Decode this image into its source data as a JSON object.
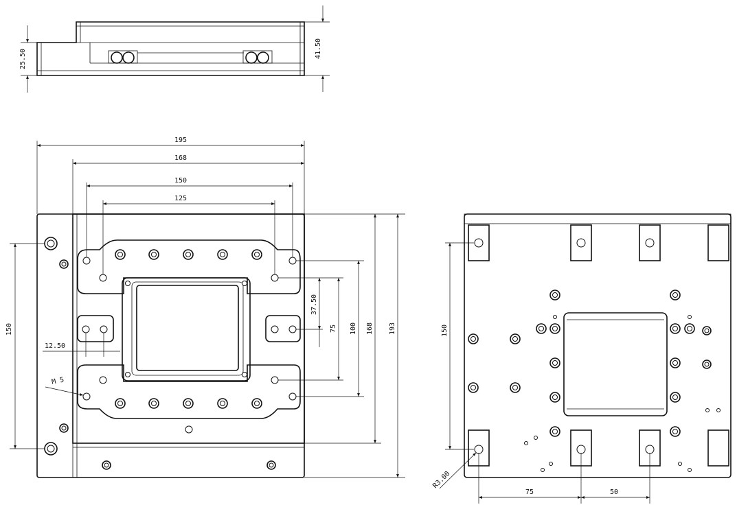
{
  "side_view": {
    "dim_height_1": "25.50",
    "dim_height_2": "41.50"
  },
  "front_view": {
    "dim_width_195": "195",
    "dim_width_168": "168",
    "dim_width_150": "150",
    "dim_width_125": "125",
    "dim_height_150": "150",
    "dim_offset": "12.50",
    "thread_callout": "M 5",
    "dim_37_50": "37.50",
    "dim_75": "75",
    "dim_100": "100",
    "dim_168": "168",
    "dim_193": "193"
  },
  "back_view": {
    "dim_height_150": "150",
    "hole_callout": "R3.00",
    "dim_75": "75",
    "dim_50": "50"
  }
}
